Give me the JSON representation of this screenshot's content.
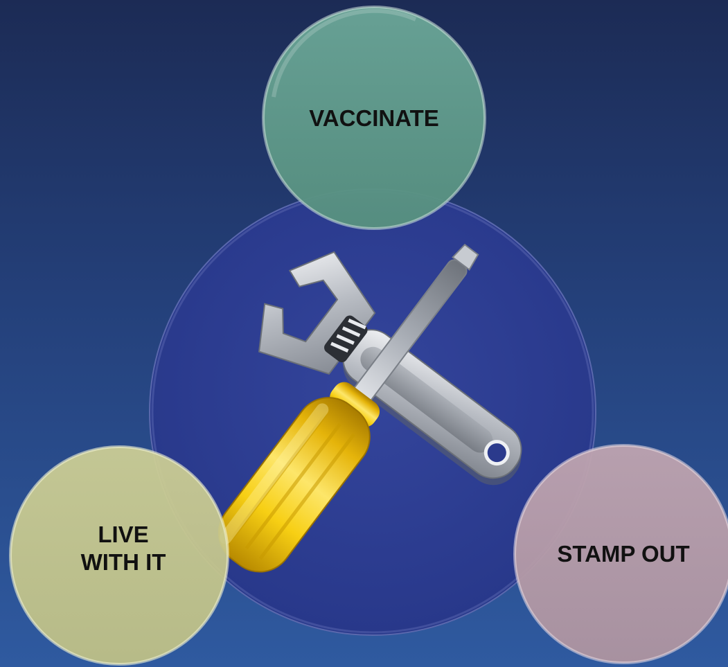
{
  "options": {
    "top": {
      "label": "VACCINATE",
      "color": "#5e9a8c"
    },
    "left": {
      "lines": [
        "LIVE",
        "WITH IT"
      ],
      "color": "#c8c98c"
    },
    "right": {
      "label": "STAMP OUT",
      "color": "#b79ca8"
    }
  },
  "center": {
    "icon": "wrench-and-screwdriver-icon",
    "color": "#2e3e92"
  },
  "colors": {
    "background_top": "#1c2b55",
    "background_bottom": "#2f5aa0",
    "wrench": "#b9bcc2",
    "screwdriver_handle": "#f2c40c"
  }
}
